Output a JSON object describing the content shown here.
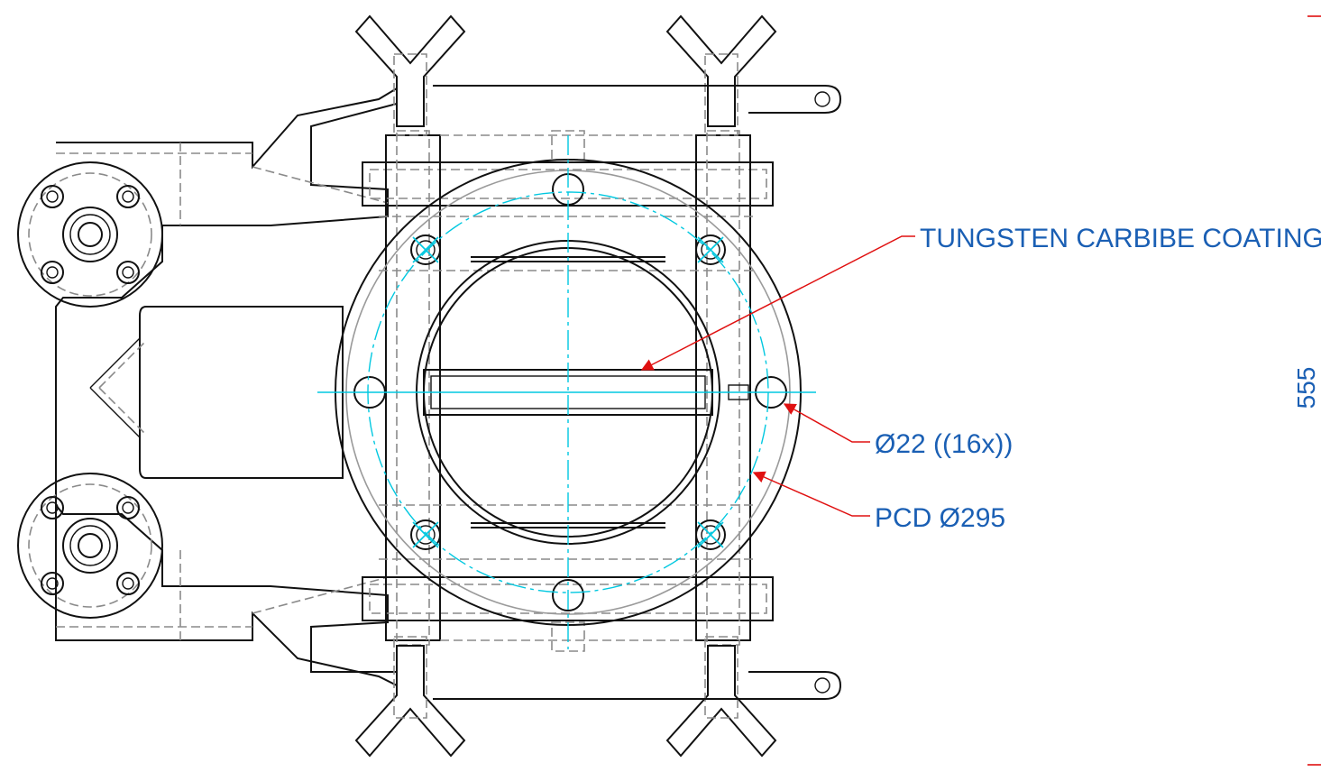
{
  "annotations": {
    "coating": "TUNGSTEN CARBIBE COATING",
    "holes": "Ø22 ((16x))",
    "pcd": "PCD Ø295"
  },
  "dimension": {
    "value": "555"
  },
  "colors": {
    "outline": "#111111",
    "hidden_lines": "#8a8a8a",
    "center_lines": "#00c8e0",
    "leaders": "#e01010",
    "text": "#1a5fb4"
  }
}
